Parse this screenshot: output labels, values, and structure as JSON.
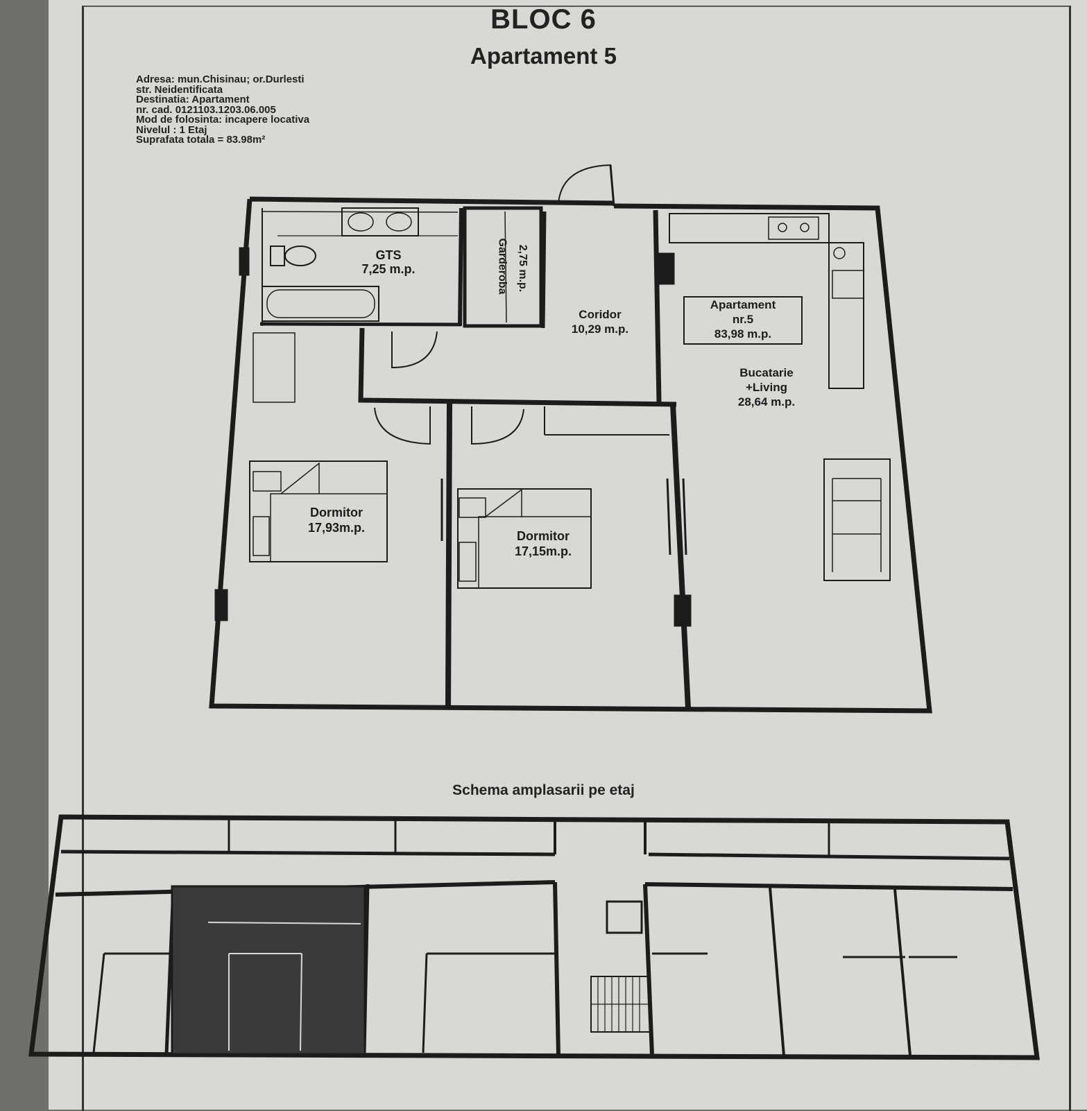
{
  "header": {
    "title": "BLOC 6",
    "subtitle": "Apartament 5"
  },
  "info": {
    "lines": [
      "Adresa: mun.Chisinau; or.Durlesti",
      "str. Neidentificata",
      "Destinatia: Apartament",
      "nr. cad. 0121103.1203.06.005",
      "Mod de folosinta: incapere locativa",
      "Nivelul : 1 Etaj",
      "Suprafata totala = 83.98m²"
    ]
  },
  "rooms": {
    "gts": {
      "name": "GTS",
      "area": "7,25 m.p."
    },
    "garderoba": {
      "name": "Garderoba",
      "area": "2,75 m.p."
    },
    "coridor": {
      "name": "Coridor",
      "area": "10,29 m.p."
    },
    "apartment_tag": {
      "line1": "Apartament",
      "line2": "nr.5",
      "line3": "83,98 m.p."
    },
    "bucatarie": {
      "line1": "Bucatarie",
      "line2": "+Living",
      "area": "28,64 m.p."
    },
    "dormitor1": {
      "name": "Dormitor",
      "area": "17,93m.p."
    },
    "dormitor2": {
      "name": "Dormitor",
      "area": "17,15m.p."
    }
  },
  "schema": {
    "title": "Schema amplasarii pe etaj"
  },
  "colors": {
    "paper": "#d8d9d4",
    "ink": "#1c1c1c",
    "highlight": "#3a3a3a"
  }
}
